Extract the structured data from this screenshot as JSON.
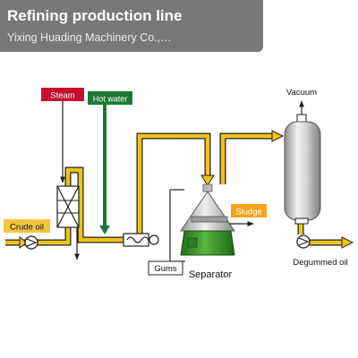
{
  "header": {
    "title": "Refining production line",
    "subtitle": "Yixing Huading Machinery Co.,…"
  },
  "diagram": {
    "labels": {
      "steam": "Steam",
      "hot_water": "Hot  water",
      "crude_oil": "Crude  oil",
      "vacuum": "Vacuum",
      "sludge": "Sludge",
      "gums": "Gums",
      "separator": "Separator",
      "degummed_oil": "Degummed  oil"
    },
    "colors": {
      "pipe_yellow": "#f1c21a",
      "steam_red": "#c8102e",
      "hot_water_green": "#1e7a33",
      "sludge_orange": "#f5a21b",
      "separator_green": "#3e9a2f"
    }
  }
}
